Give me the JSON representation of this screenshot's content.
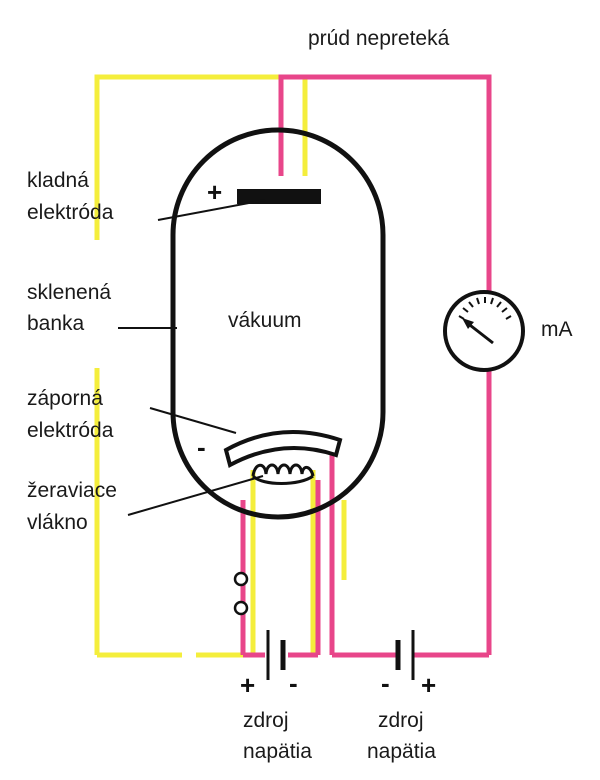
{
  "labels": {
    "title": "prúd nepreteká",
    "anode_1": "kladná",
    "anode_2": "elektróda",
    "bulb_1": "sklenená",
    "bulb_2": "banka",
    "vacuum": "vákuum",
    "meter": "mA",
    "cathode_1": "záporná",
    "cathode_2": "elektróda",
    "filament_1": "žeraviace",
    "filament_2": "vláknо",
    "source_left_1": "zdroj",
    "source_left_2": "napätia",
    "source_right_1": "zdroj",
    "source_right_2": "napätia"
  },
  "signs": {
    "anode_plus": "+",
    "cathode_minus": "-",
    "left_plus": "+",
    "left_minus": "-",
    "right_minus": "-",
    "right_plus": "+"
  },
  "colors": {
    "yellow_wire": "#f4ee3c",
    "pink_wire": "#e8468a",
    "outline": "#111111"
  }
}
